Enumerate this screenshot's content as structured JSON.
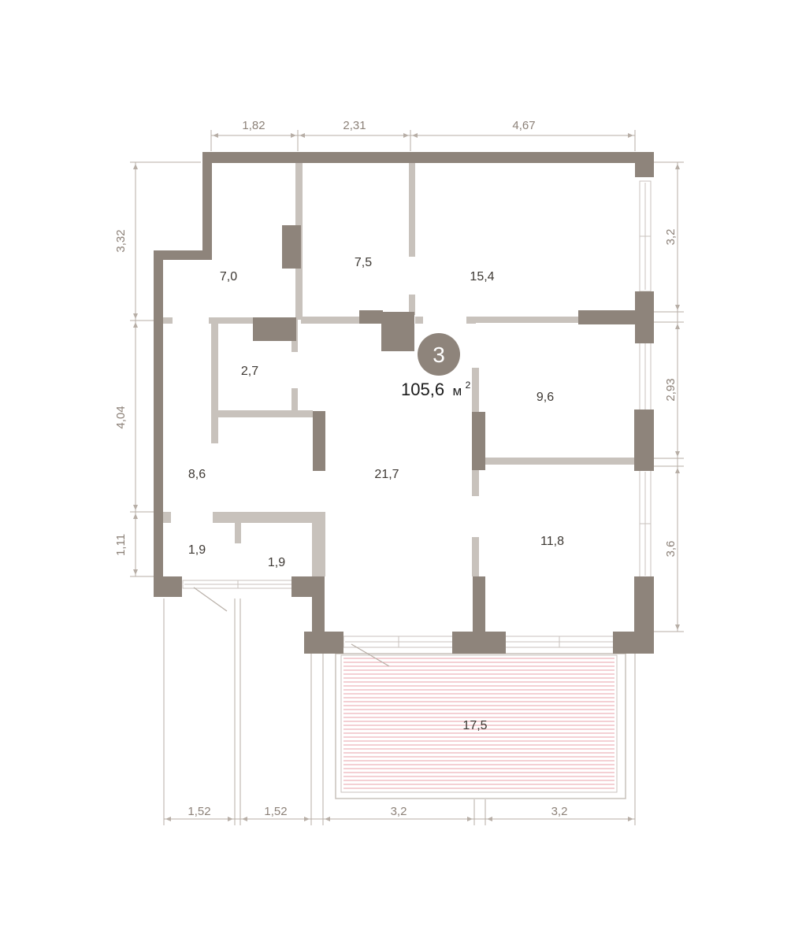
{
  "apartment": {
    "room_count": "3",
    "total_area": "105,6",
    "area_unit": "м",
    "area_unit_power": "2"
  },
  "rooms": [
    {
      "id": "room-nw-small",
      "area": "7,0"
    },
    {
      "id": "room-north-middle",
      "area": "7,5"
    },
    {
      "id": "room-ne",
      "area": "15,4"
    },
    {
      "id": "room-bath-small",
      "area": "2,7"
    },
    {
      "id": "room-east-middle",
      "area": "9,6"
    },
    {
      "id": "room-hall-west",
      "area": "8,6"
    },
    {
      "id": "room-living",
      "area": "21,7"
    },
    {
      "id": "room-se",
      "area": "11,8"
    },
    {
      "id": "room-wc-1",
      "area": "1,9"
    },
    {
      "id": "room-wc-2",
      "area": "1,9"
    },
    {
      "id": "balcony",
      "area": "17,5"
    }
  ],
  "dimensions": {
    "top": [
      "1,82",
      "2,31",
      "4,67"
    ],
    "left": [
      "3,32",
      "4,04",
      "1,11"
    ],
    "right": [
      "3,2",
      "2,93",
      "3,6"
    ],
    "bottom": [
      "1,52",
      "1,52",
      "3,2",
      "3,2"
    ]
  },
  "colors": {
    "wall": "#8e847b",
    "partition": "#c8c2bc",
    "badge": "#8e847b",
    "balcony_hatch": "#e8a0a8",
    "dimension": "#8c8178"
  }
}
